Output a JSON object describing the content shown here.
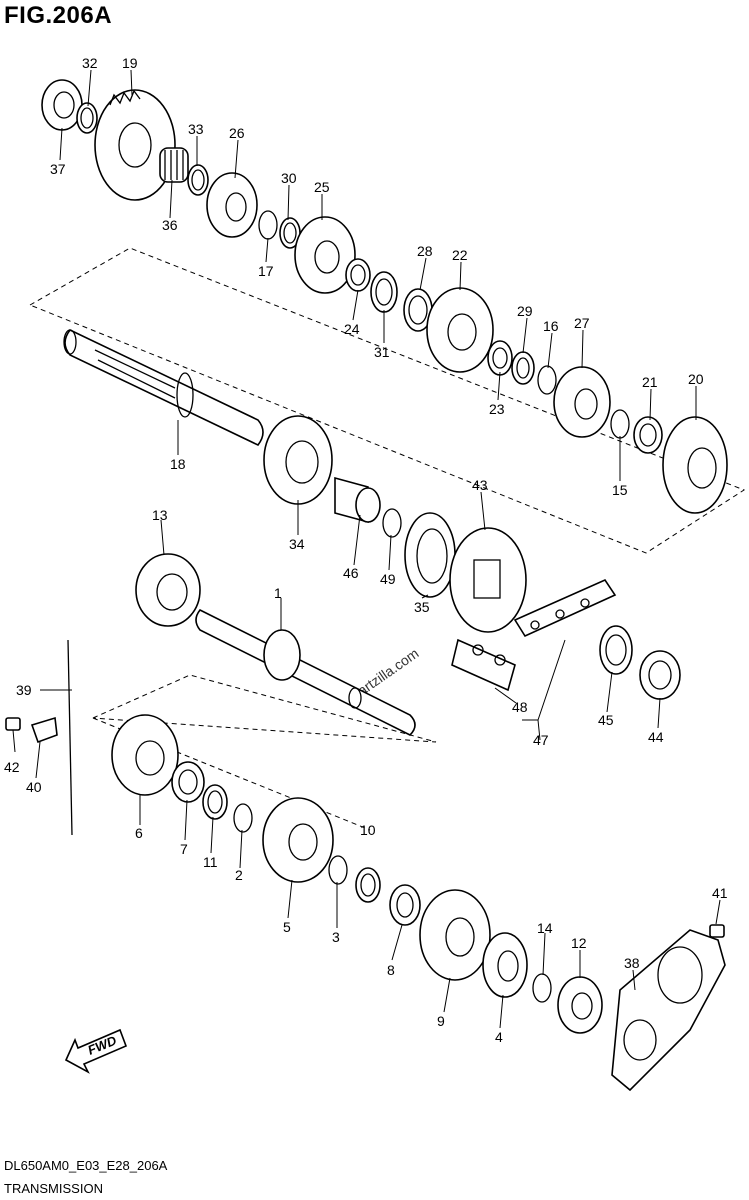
{
  "header": {
    "title": "FIG.206A"
  },
  "footer": {
    "code": "DL650AM0_E03_E28_206A",
    "subtitle": "TRANSMISSION"
  },
  "watermark": {
    "text": "partzilla.com"
  },
  "fwd_label": "FWD",
  "callouts": [
    "1",
    "2",
    "3",
    "4",
    "5",
    "6",
    "7",
    "8",
    "9",
    "10",
    "11",
    "12",
    "13",
    "14",
    "15",
    "16",
    "17",
    "18",
    "19",
    "20",
    "21",
    "22",
    "23",
    "24",
    "25",
    "26",
    "27",
    "28",
    "29",
    "30",
    "31",
    "32",
    "33",
    "34",
    "35",
    "36",
    "37",
    "38",
    "39",
    "40",
    "41",
    "42",
    "43",
    "44",
    "45",
    "46",
    "47",
    "48",
    "49"
  ]
}
